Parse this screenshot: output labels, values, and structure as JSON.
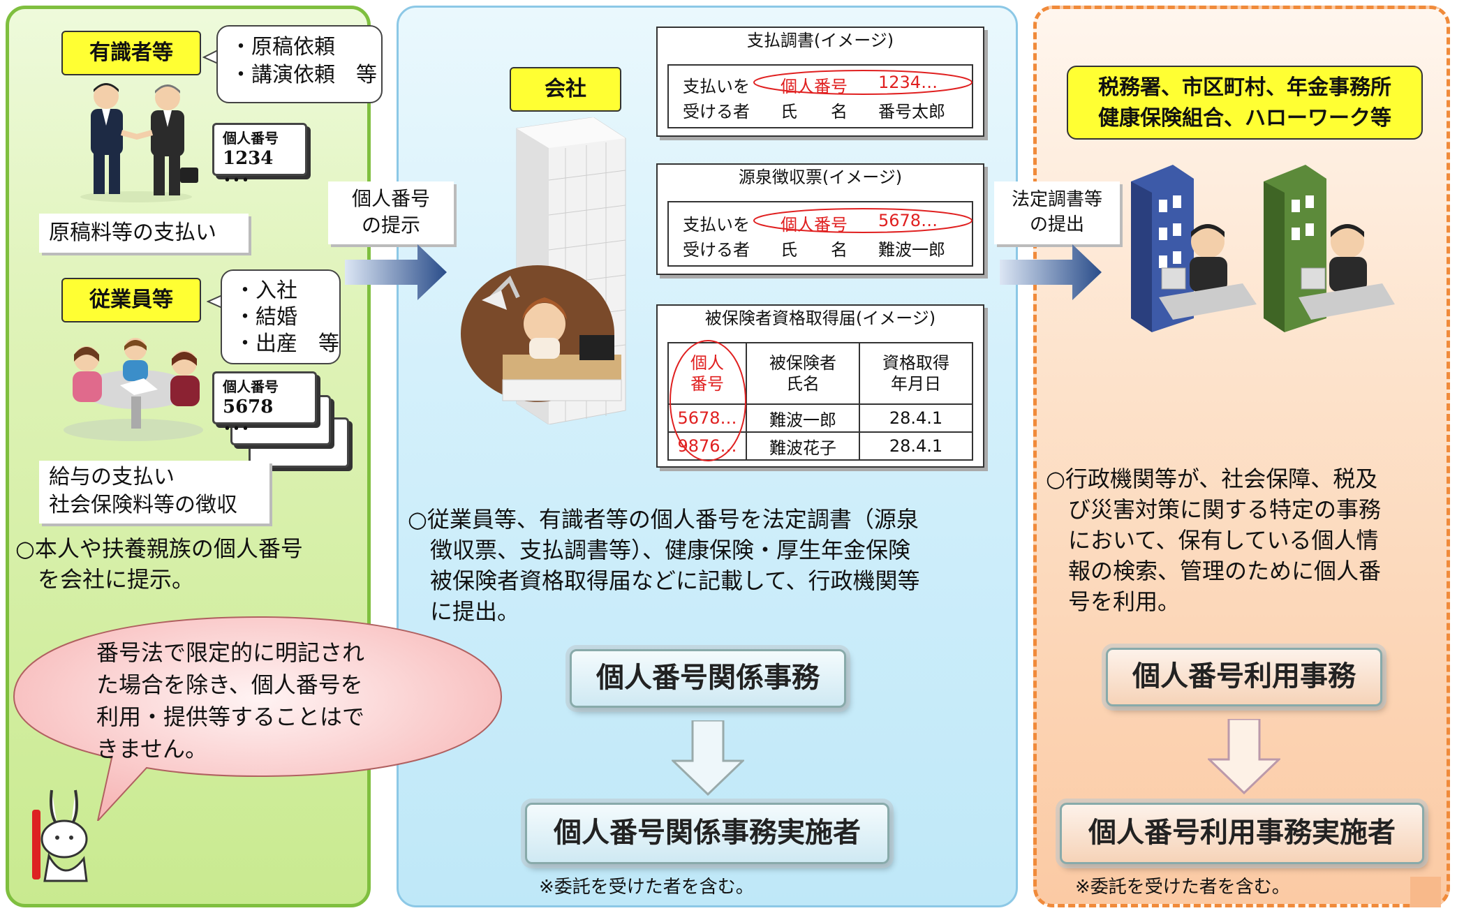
{
  "left": {
    "expert_label": "有識者等",
    "expert_bubble": "・原稿依頼\n・講演依頼　等",
    "expert_card_title": "個人番号",
    "expert_card_num": "1234 ･･･",
    "expert_payment": "原稿料等の支払い",
    "employee_label": "従業員等",
    "employee_bubble": "・入社\n・結婚\n・出産　等",
    "employee_card_title": "個人番号",
    "employee_card_num": "5678 ･･･",
    "employee_payment": "給与の支払い\n社会保険料等の徴収",
    "note": "○本人や扶養親族の個人番号\n　を会社に提示。",
    "speech": "番号法で限定的に明記され\nた場合を除き、個人番号を\n利用・提供等することはで\nきません。"
  },
  "arrow1_label": "個人番号\nの提示",
  "arrow2_label": "法定調書等\nの提出",
  "mid": {
    "company_label": "会社",
    "doc1": {
      "title": "支払調書(イメージ)",
      "row1_a": "支払いを",
      "row1_b": "個人番号",
      "row1_c": "1234…",
      "row2_a": "受ける者",
      "row2_b": "氏　　名",
      "row2_c": "番号太郎"
    },
    "doc2": {
      "title": "源泉徴収票(イメージ)",
      "row1_a": "支払いを",
      "row1_b": "個人番号",
      "row1_c": "5678…",
      "row2_a": "受ける者",
      "row2_b": "氏　　名",
      "row2_c": "難波一郎"
    },
    "doc3": {
      "title": "被保険者資格取得届(イメージ)",
      "headers": [
        "個人\n番号",
        "被保険者\n氏名",
        "資格取得\n年月日"
      ],
      "rows": [
        [
          "5678…",
          "難波一郎",
          "28.4.1"
        ],
        [
          "9876…",
          "難波花子",
          "28.4.1"
        ]
      ]
    },
    "note": "○従業員等、有識者等の個人番号を法定調書（源泉\n　徴収票、支払調書等）、健康保険・厚生年金保険\n　被保険者資格取得届などに記載して、行政機関等\n　に提出。",
    "box1": "個人番号関係事務",
    "box2": "個人番号関係事務実施者",
    "footnote": "※委託を受けた者を含む。"
  },
  "right": {
    "agencies": "税務署、市区町村、年金事務所\n健康保険組合、ハローワーク等",
    "note": "○行政機関等が、社会保障、税及\n　び災害対策に関する特定の事務\n　において、保有している個人情\n　報の検索、管理のために個人番\n　号を利用。",
    "box1": "個人番号利用事務",
    "box2": "個人番号利用事務実施者",
    "footnote": "※委託を受けた者を含む。"
  }
}
